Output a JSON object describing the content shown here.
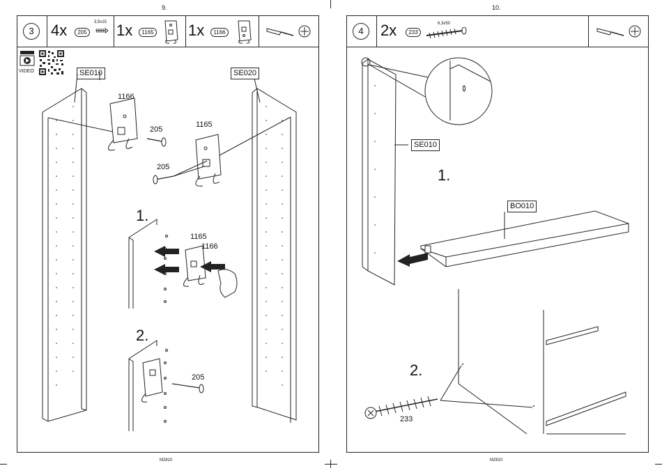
{
  "left_page": {
    "page_number": "9.",
    "footer_code": "M2810",
    "step_number": "3",
    "parts": [
      {
        "qty": "4x",
        "part": "205",
        "size": "3,5x15"
      },
      {
        "qty": "1x",
        "part": "1165"
      },
      {
        "qty": "1x",
        "part": "1166"
      }
    ],
    "video_label": "VIDEO",
    "panel_labels": [
      "SE010",
      "SE020"
    ],
    "callouts": {
      "c1166": "1166",
      "c205a": "205",
      "c1165": "1165",
      "c205b": "205",
      "s1_1165": "1165",
      "s1_1166": "1166",
      "s2_205": "205"
    },
    "substeps": [
      "1.",
      "2."
    ],
    "tool_icon": "screwdriver-icon"
  },
  "right_page": {
    "page_number": "10.",
    "footer_code": "M2810",
    "step_number": "4",
    "parts": [
      {
        "qty": "2x",
        "part": "233",
        "size": "6,3x50"
      }
    ],
    "panel_labels": [
      "SE010",
      "BO010"
    ],
    "callouts": {
      "c233": "233"
    },
    "substeps": [
      "1.",
      "2."
    ],
    "tool_icon": "screwdriver-icon"
  }
}
